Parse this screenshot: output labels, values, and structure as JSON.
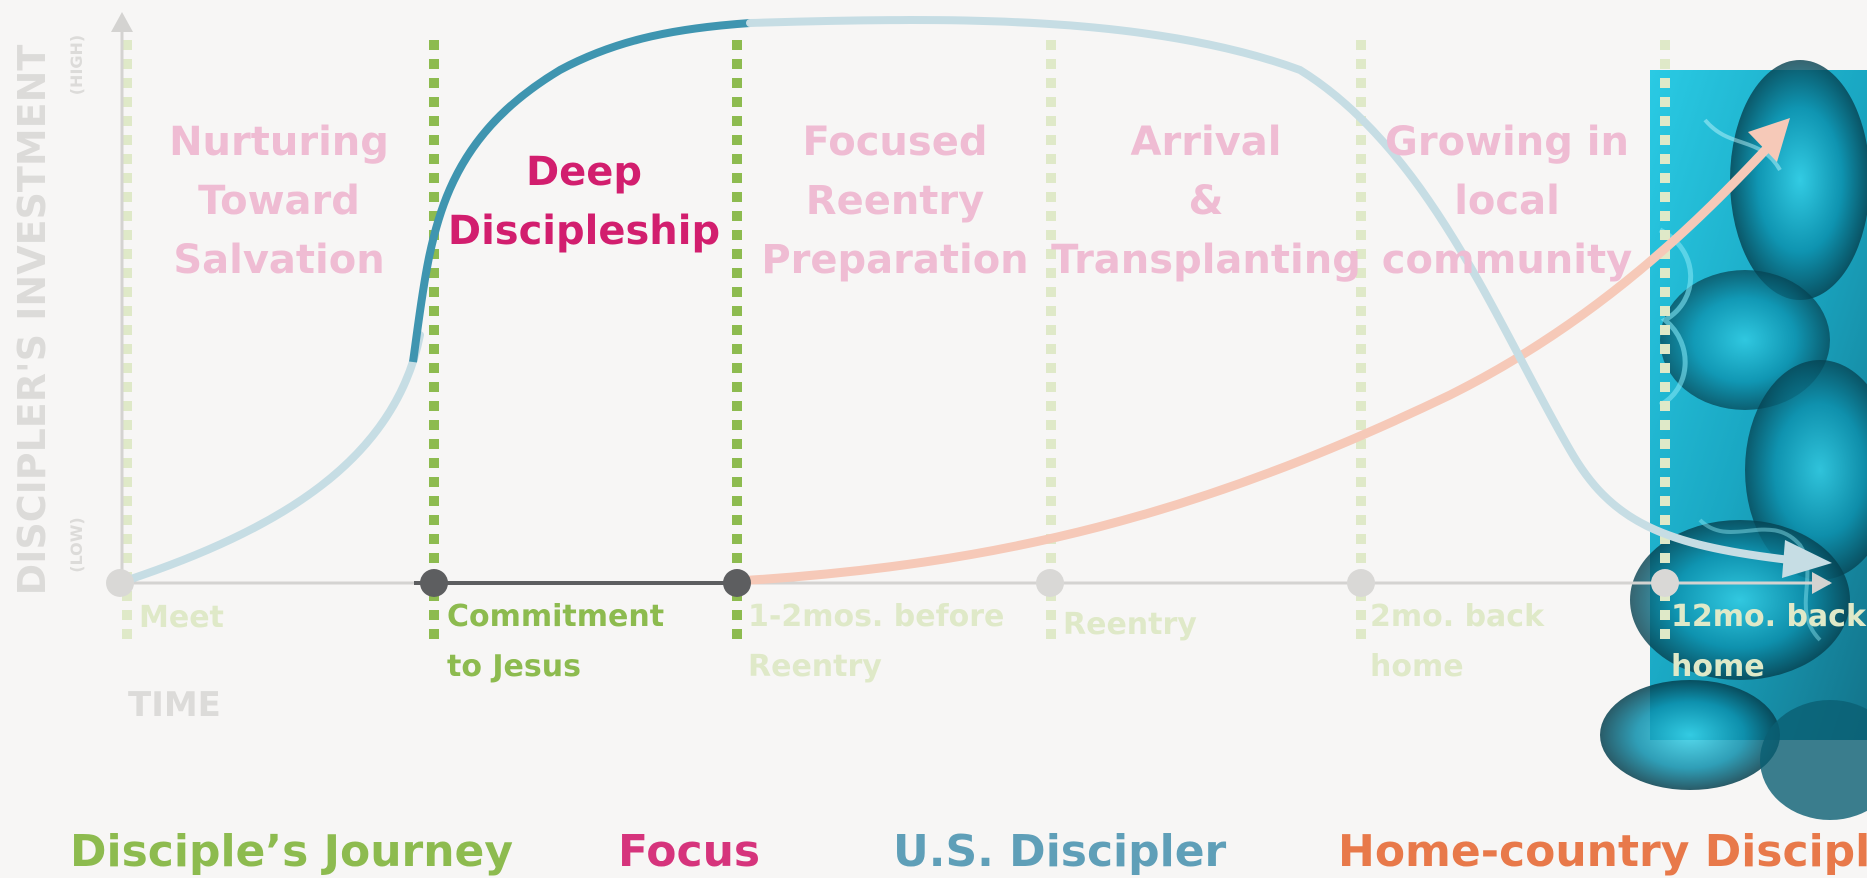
{
  "axes": {
    "y_label": "DISCIPLER'S INVESTMENT",
    "y_high": "(HIGH)",
    "y_low": "(LOW)",
    "x_label": "TIME"
  },
  "stages": [
    {
      "lines": [
        "Nurturing",
        "Toward",
        "Salvation"
      ],
      "focused": false
    },
    {
      "lines": [
        "Deep",
        "Discipleship"
      ],
      "focused": true
    },
    {
      "lines": [
        "Focused",
        "Reentry",
        "Preparation"
      ],
      "focused": false
    },
    {
      "lines": [
        "Arrival",
        "&",
        "Transplanting"
      ],
      "focused": false
    },
    {
      "lines": [
        "Growing in",
        "local",
        "community"
      ],
      "focused": false
    }
  ],
  "milestones": [
    {
      "lines": [
        "Meet"
      ],
      "focused": false
    },
    {
      "lines": [
        "Commitment",
        "to Jesus"
      ],
      "focused": true
    },
    {
      "lines": [
        "1-2mos. before",
        "Reentry"
      ],
      "focused": false
    },
    {
      "lines": [
        "Reentry"
      ],
      "focused": false
    },
    {
      "lines": [
        "2mo. back",
        "home"
      ],
      "focused": false
    },
    {
      "lines": [
        "12mo. back",
        "home"
      ],
      "focused": false
    }
  ],
  "legend": {
    "journey": "Disciple’s Journey",
    "focus": "Focus",
    "us_discipler": "U.S. Discipler",
    "home_discipler": "Home-country Discipler"
  },
  "colors": {
    "journey": "#8dbb4f",
    "journey_faded": "#dfe9c8",
    "focus": "#d21e6e",
    "focus_faded": "#efbcd3",
    "us_discipler": "#3f95b0",
    "us_discipler_faded": "#c6dde4",
    "home_discipler": "#e8794a",
    "home_discipler_faded": "#f6c9b8",
    "axis": "#d4d3d1",
    "axis_text": "#dcdbd9",
    "milestone_focus_dot": "#5d5e60",
    "image_panel": "#12b4d0"
  },
  "image": {
    "subject": "blue-ink-smoke"
  }
}
